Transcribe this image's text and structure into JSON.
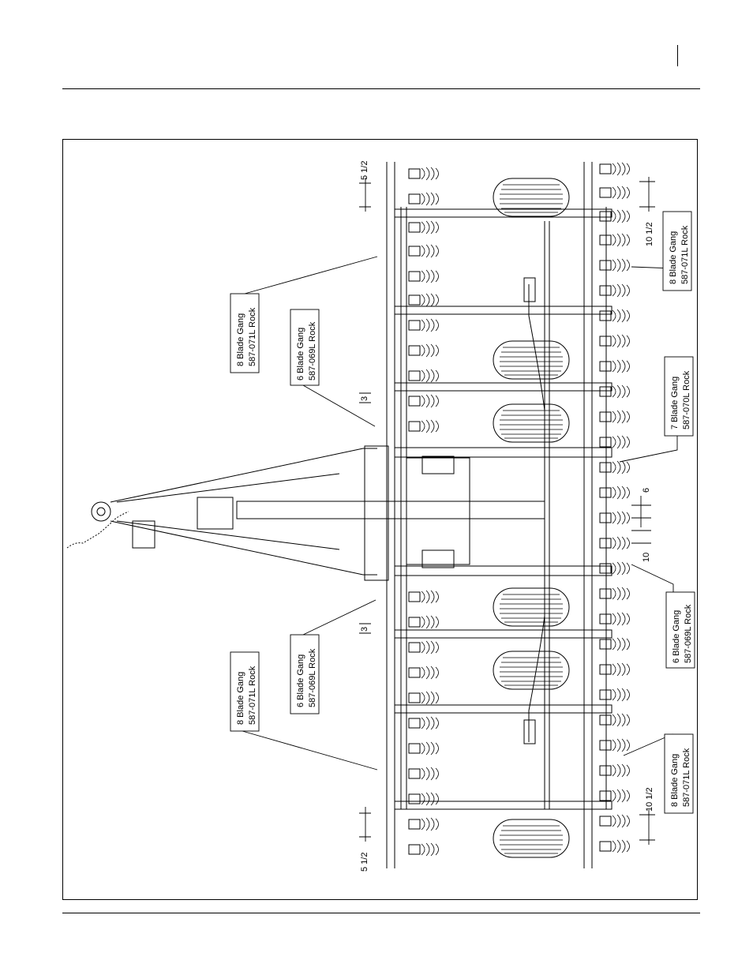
{
  "header": {
    "page_marker": ""
  },
  "figure": {
    "callouts": {
      "top_left_gang": {
        "line1": "8 Blade Gang",
        "line2": "587-071L Rock"
      },
      "upper_mid_gang": {
        "line1": "6 Blade Gang",
        "line2": "587-069L Rock"
      },
      "lower_mid_gang": {
        "line1": "6 Blade Gang",
        "line2": "587-069L Rock"
      },
      "bottom_left_gang": {
        "line1": "8 Blade Gang",
        "line2": "587-071L Rock"
      },
      "right_top_gang": {
        "line1": "8 Blade Gang",
        "line2": "587-071L Rock"
      },
      "right_center_gang": {
        "line1": "7 Blade Gang",
        "line2": "587-070L Rock"
      },
      "right_lower_gang": {
        "line1": "6 Blade Gang",
        "line2": "587-069L Rock"
      },
      "right_bottom_gang": {
        "line1": "8 Blade Gang",
        "line2": "587-071L Rock"
      }
    },
    "dimensions": {
      "top_offset": "5 1/2",
      "bottom_offset": "5 1/2",
      "upper_spacing": "3",
      "lower_spacing": "3",
      "right_top_spacing": "10 1/2",
      "right_bottom_spacing": "10 1/2",
      "center_spacing_a": "6",
      "center_spacing_b": "10"
    }
  }
}
